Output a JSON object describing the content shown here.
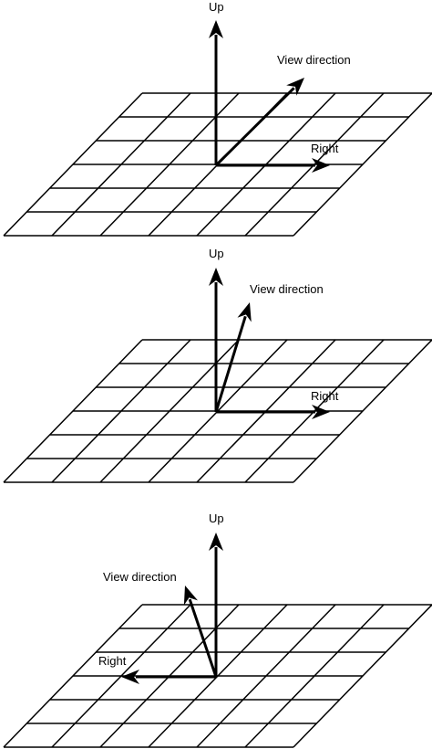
{
  "panels": [
    {
      "id": "panel-1",
      "labels": {
        "up": "Up",
        "view": "View direction",
        "right": "Right"
      }
    },
    {
      "id": "panel-2",
      "labels": {
        "up": "Up",
        "view": "View direction",
        "right": "Right"
      }
    },
    {
      "id": "panel-3",
      "labels": {
        "up": "Up",
        "view": "View direction",
        "right": "Right"
      }
    }
  ],
  "grid": {
    "rows": 6,
    "columns": 6
  }
}
